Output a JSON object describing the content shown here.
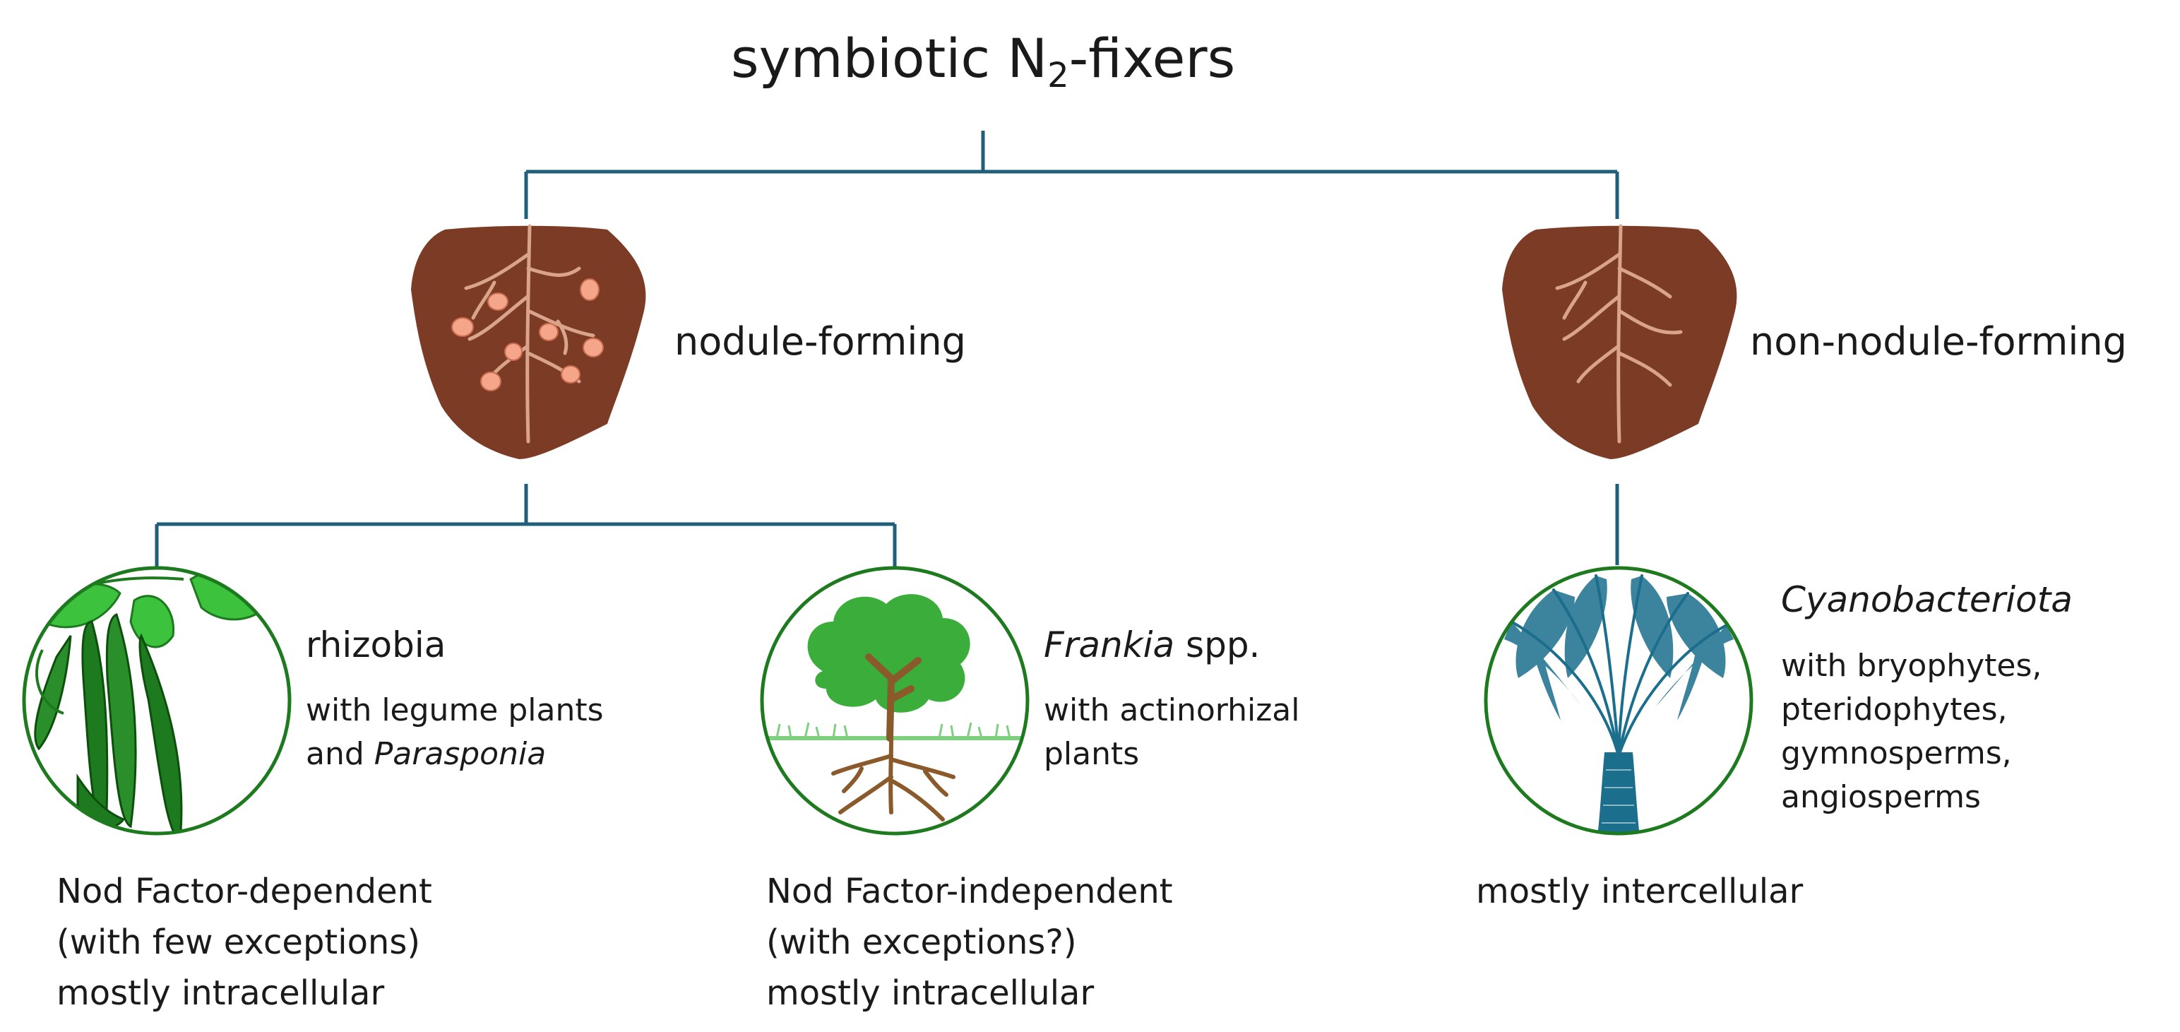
{
  "title": {
    "prefix": "symbiotic N",
    "subscript": "2",
    "suffix": "-fixers"
  },
  "branches": {
    "left": {
      "label": "nodule-forming"
    },
    "right": {
      "label": "non-nodule-forming"
    }
  },
  "groups": {
    "rhizobia": {
      "name": "rhizobia",
      "host_line1": "with legume plants",
      "host_line2_prefix": "and ",
      "host_line2_italic": "Parasponia",
      "footer": [
        "Nod Factor-dependent",
        "(with few exceptions)",
        "mostly intracellular"
      ]
    },
    "frankia": {
      "name_italic": "Frankia",
      "name_suffix": " spp.",
      "host_line1": "with actinorhizal",
      "host_line2": "plants",
      "footer": [
        "Nod Factor-independent",
        "(with exceptions?)",
        "mostly intracellular"
      ]
    },
    "cyanobacteriota": {
      "name_italic": "Cyanobacteriota",
      "hosts": [
        "with bryophytes,",
        "pteridophytes,",
        "gymnosperms,",
        "angiosperms"
      ],
      "footer": [
        "mostly intercellular"
      ]
    }
  },
  "colors": {
    "connector": "#1f5f7a",
    "soil": "#7b3b24",
    "root": "#d9a48a",
    "nodule": "#f4a58a",
    "circle_border": "#1e7a1e",
    "bean_green": "#1e7a1e",
    "leaf_green": "#3cc23c",
    "tree_crown": "#3aad3a",
    "trunk": "#8a5a2b",
    "palm": "#1b6e8c",
    "grass": "#7ed07e"
  }
}
